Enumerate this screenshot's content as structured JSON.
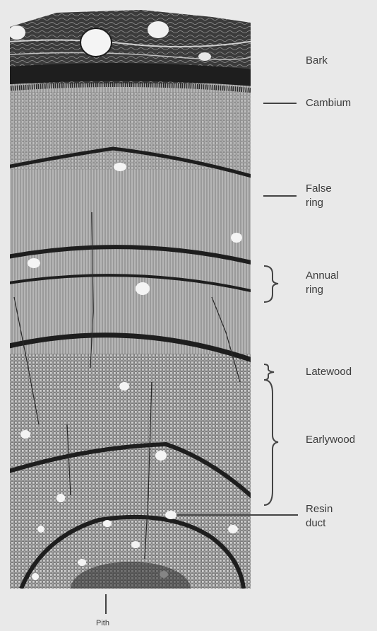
{
  "diagram": {
    "labels": {
      "bark": "Bark",
      "cambium": "Cambium",
      "false_ring": "False\nring",
      "annual_ring": "Annual\nring",
      "latewood": "Latewood",
      "earlywood": "Earlywood",
      "resin_duct": "Resin\nduct",
      "pith": "Pith"
    }
  },
  "colors": {
    "background": "#e9e9e9",
    "wood_light": "#d2d2d2",
    "wood_dark": "#1e1e1e",
    "label_text": "#3c3c3c",
    "leader_line": "#444444"
  }
}
